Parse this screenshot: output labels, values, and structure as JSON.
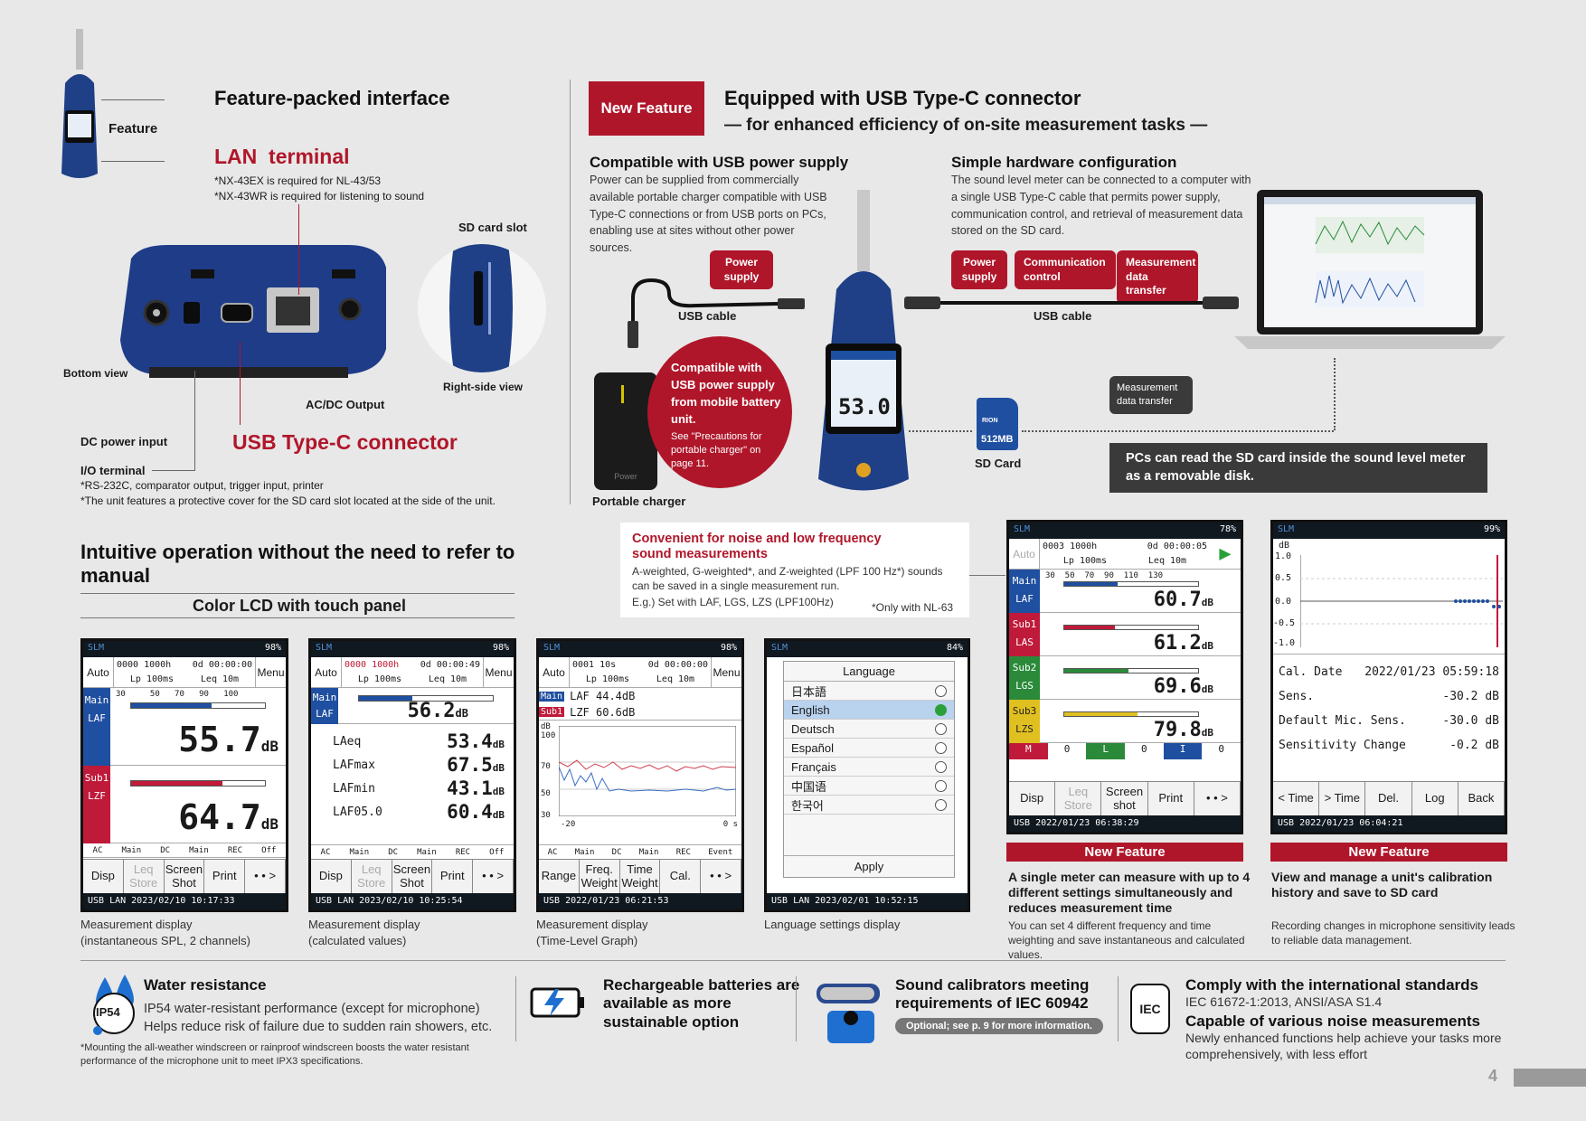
{
  "colors": {
    "accent_red": "#b0162a",
    "panel_dark": "#1d1d1d",
    "lcd_blue": "#1f4fa0"
  },
  "feature_section": {
    "tag": "Feature",
    "title": "Feature-packed interface",
    "lan_title": "LAN  terminal",
    "lan_notes": [
      "*NX-43EX is required for NL-43/53",
      "*NX-43WR is required for listening to sound"
    ],
    "sd_slot": "SD card slot",
    "bottom_view": "Bottom view",
    "right_side_view": "Right-side view",
    "ac_dc_output": "AC/DC Output",
    "dc_power_input": "DC power input",
    "usb_c": "USB Type-C connector",
    "io_terminal": "I/O terminal",
    "io_notes": [
      "*RS-232C, comparator output, trigger input, printer",
      "*The unit features a protective cover for the SD card slot located at the side of the unit."
    ]
  },
  "usb_section": {
    "badge": "New Feature",
    "title": "Equipped with USB Type-C connector",
    "subtitle": "— for enhanced efficiency of on-site measurement tasks —",
    "power_heading": "Compatible with USB power supply",
    "power_text": "Power can be supplied from commercially available portable charger compatible with USB Type-C connections or from USB ports on PCs, enabling use at sites without other power sources.",
    "hw_heading": "Simple hardware configuration",
    "hw_text": "The sound level meter can be connected to a computer with a single USB Type-C cable that permits power supply, communication control, and retrieval of measurement data stored on the SD card.",
    "tag_power": "Power supply",
    "tag_power2": "Power supply",
    "tag_comm": "Communication control",
    "tag_meas": "Measurement data transfer",
    "usb_cable_left": "USB cable",
    "usb_cable_right": "USB cable",
    "circle_title": "Compatible with USB power supply from mobile battery unit.",
    "circle_note": "See \"Precautions for portable charger\" on page 11.",
    "portable_charger": "Portable charger",
    "charger_label": "Power",
    "meter_reading": "53.0",
    "sd_card": "SD Card",
    "sd_capacity": "512MB",
    "sd_brand": "RION",
    "meas_transfer_tag": "Measurement data transfer",
    "pc_note": "PCs can read the SD card inside the sound level meter as a removable disk."
  },
  "intuitive": {
    "title": "Intuitive operation without the need to refer to manual",
    "subtitle": "Color LCD with touch panel"
  },
  "lowfreq": {
    "title": "Convenient for noise and low frequency sound measurements",
    "text": "A-weighted, G-weighted*, and Z-weighted (LPF 100 Hz*) sounds can be saved in a single measurement run.",
    "example": "E.g.) Set with LAF, LGS, LZS (LPF100Hz)",
    "note": "*Only with NL-63"
  },
  "screens": {
    "s1": {
      "slm": "SLM",
      "batt": "98%",
      "counter": "0000 1000h",
      "time": "0d 00:00:00",
      "auto": "Auto",
      "menu": "Menu",
      "lp": "Lp 100ms",
      "leq": "Leq 10m",
      "main": "Main",
      "laf": "LAF",
      "sub1": "Sub1",
      "lzf": "LZF",
      "v1": "55.7",
      "v2": "64.7",
      "unit": "dB",
      "scale": "30     50   70   90   100",
      "status": [
        "AC",
        "Main",
        "DC",
        "Main",
        "REC",
        "Off"
      ],
      "btns": [
        "Disp",
        "Leq Store",
        "Screen Shot",
        "Print",
        "• • >"
      ],
      "bottom": "USB LAN 2023/02/10  10:17:33",
      "caption": "Measurement display\n(instantaneous SPL, 2 channels)"
    },
    "s2": {
      "slm": "SLM",
      "batt": "98%",
      "counter": "0000 1000h",
      "time": "0d 00:00:49",
      "auto": "Auto",
      "menu": "Menu",
      "lp": "Lp 100ms",
      "leq": "Leq 10m",
      "main": "Main",
      "laf": "LAF",
      "v": "56.2",
      "unit": "dB",
      "rows": [
        [
          "LAeq",
          "53.4"
        ],
        [
          "LAFmax",
          "67.5"
        ],
        [
          "LAFmin",
          "43.1"
        ],
        [
          "LAF05.0",
          "60.4"
        ]
      ],
      "status": [
        "AC",
        "Main",
        "DC",
        "Main",
        "REC",
        "Off"
      ],
      "btns": [
        "Disp",
        "Leq Store",
        "Screen Shot",
        "Print",
        "• • >"
      ],
      "bottom": "USB LAN 2023/02/10  10:25:54",
      "caption": "Measurement display\n(calculated values)"
    },
    "s3": {
      "slm": "SLM",
      "batt": "98%",
      "counter": "0001 10s",
      "time": "0d 00:00:00",
      "auto": "Auto",
      "menu": "Menu",
      "lp": "Lp 100ms",
      "leq": "Leq 10m",
      "main": "Main",
      "laf": "LAF 44.4dB",
      "sub1": "Sub1",
      "lzf": "LZF 60.6dB",
      "y_labels": [
        "100",
        "70",
        "50",
        "30"
      ],
      "x_label": "-20",
      "x_end": "0 s",
      "unit": "dB",
      "status": [
        "AC",
        "Main",
        "DC",
        "Main",
        "REC",
        "Event"
      ],
      "btns": [
        "Range",
        "Freq. Weight",
        "Time Weight",
        "Cal.",
        "• • >"
      ],
      "bottom": "USB   2022/01/23  06:21:53",
      "caption": "Measurement display\n(Time-Level Graph)"
    },
    "s4": {
      "slm": "SLM",
      "batt": "84%",
      "title": "Language",
      "langs": [
        "日本語",
        "English",
        "Deutsch",
        "Español",
        "Français",
        "中国语",
        "한국어"
      ],
      "selected": 1,
      "apply": "Apply",
      "bottom": "USB LAN 2023/02/01  10:52:15",
      "caption": "Language settings display"
    },
    "s5": {
      "slm": "SLM",
      "batt": "78%",
      "counter": "0003 1000h",
      "time": "0d 00:00:05",
      "auto": "Auto",
      "lp": "Lp 100ms",
      "leq": "Leq 10m",
      "rows": [
        [
          "Main",
          "LAF",
          "60.7",
          "#1f4fa0"
        ],
        [
          "Sub1",
          "LAS",
          "61.2",
          "#c01a3a"
        ],
        [
          "Sub2",
          "LGS",
          "69.6",
          "#2a8a3a"
        ],
        [
          "Sub3",
          "LZS",
          "79.8",
          "#e0c020"
        ]
      ],
      "scale": "30  50  70  90  110  130",
      "unit": "dB",
      "cmp": [
        "M",
        "0",
        "L",
        "0",
        "I",
        "0"
      ],
      "btns": [
        "Disp",
        "Leq Store",
        "Screen shot",
        "Print",
        "• • >"
      ],
      "bottom": "USB   2022/01/23  06:38:29",
      "new": "New Feature",
      "head": "A single meter can measure with up to 4 different settings simultaneously and reduces measurement time",
      "text": "You can set 4 different frequency and time weighting and save instantaneous and calculated values."
    },
    "s6": {
      "slm": "SLM",
      "batt": "99%",
      "y_unit": "dB",
      "y_labels": [
        "1.0",
        "0.5",
        "0.0",
        "-0.5",
        "-1.0"
      ],
      "cal_date_label": "Cal. Date",
      "cal_date": "2022/01/23  05:59:18",
      "sens_label": "Sens.",
      "sens": "-30.2 dB",
      "def_label": "Default Mic. Sens.",
      "def": "-30.0 dB",
      "chg_label": "Sensitivity Change",
      "chg": "-0.2 dB",
      "btns": [
        "< Time",
        "> Time",
        "Del.",
        "Log",
        "Back"
      ],
      "bottom": "USB   2022/01/23  06:04:21",
      "new": "New Feature",
      "head": "View and manage a unit's calibration history and save to SD card",
      "text": "Recording changes in microphone sensitivity leads to reliable data management."
    }
  },
  "footer": {
    "water_title": "Water resistance",
    "water_badge": "IP54",
    "water_lines": [
      "IP54 water-resistant performance (except for microphone)",
      "Helps reduce risk of failure due to sudden rain showers, etc."
    ],
    "water_note": "*Mounting the all-weather windscreen or rainproof windscreen boosts the water resistant performance of the microphone unit to meet IPX3 specifications.",
    "battery_title": "Rechargeable batteries are available as more sustainable option",
    "calib_title": "Sound calibrators meeting requirements of IEC 60942",
    "calib_note": "Optional; see p. 9 for more information.",
    "iec_badge": "IEC",
    "iec_title": "Comply with the international standards",
    "iec_std": "IEC 61672-1:2013, ANSI/ASA S1.4",
    "cap_title": "Capable of various noise measurements",
    "cap_text": "Newly enhanced functions help achieve your tasks more comprehensively, with less effort",
    "page_number": "4"
  }
}
